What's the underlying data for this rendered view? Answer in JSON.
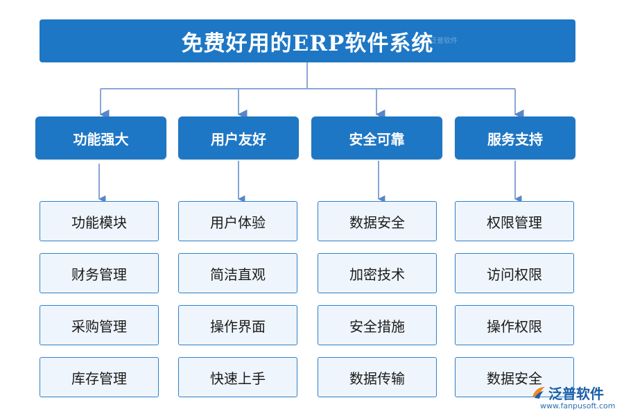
{
  "title": "免费好用的ERP软件系统",
  "title_watermark": "泛普软件",
  "categories": [
    {
      "label": "功能强大",
      "items": [
        "功能模块",
        "财务管理",
        "采购管理",
        "库存管理"
      ]
    },
    {
      "label": "用户友好",
      "items": [
        "用户体验",
        "简洁直观",
        "操作界面",
        "快速上手"
      ]
    },
    {
      "label": "安全可靠",
      "items": [
        "数据安全",
        "加密技术",
        "安全措施",
        "数据传输"
      ]
    },
    {
      "label": "服务支持",
      "items": [
        "权限管理",
        "访问权限",
        "操作权限",
        "数据安全"
      ]
    }
  ],
  "watermark": {
    "name": "泛普软件",
    "url": "www.fanpusoft.com",
    "icon": "fanpu-logo-icon"
  },
  "colors": {
    "primary": "#1e77c4",
    "item_bg": "#eef5fc",
    "item_border": "#2f80c8",
    "connector": "#8aa6d6"
  }
}
